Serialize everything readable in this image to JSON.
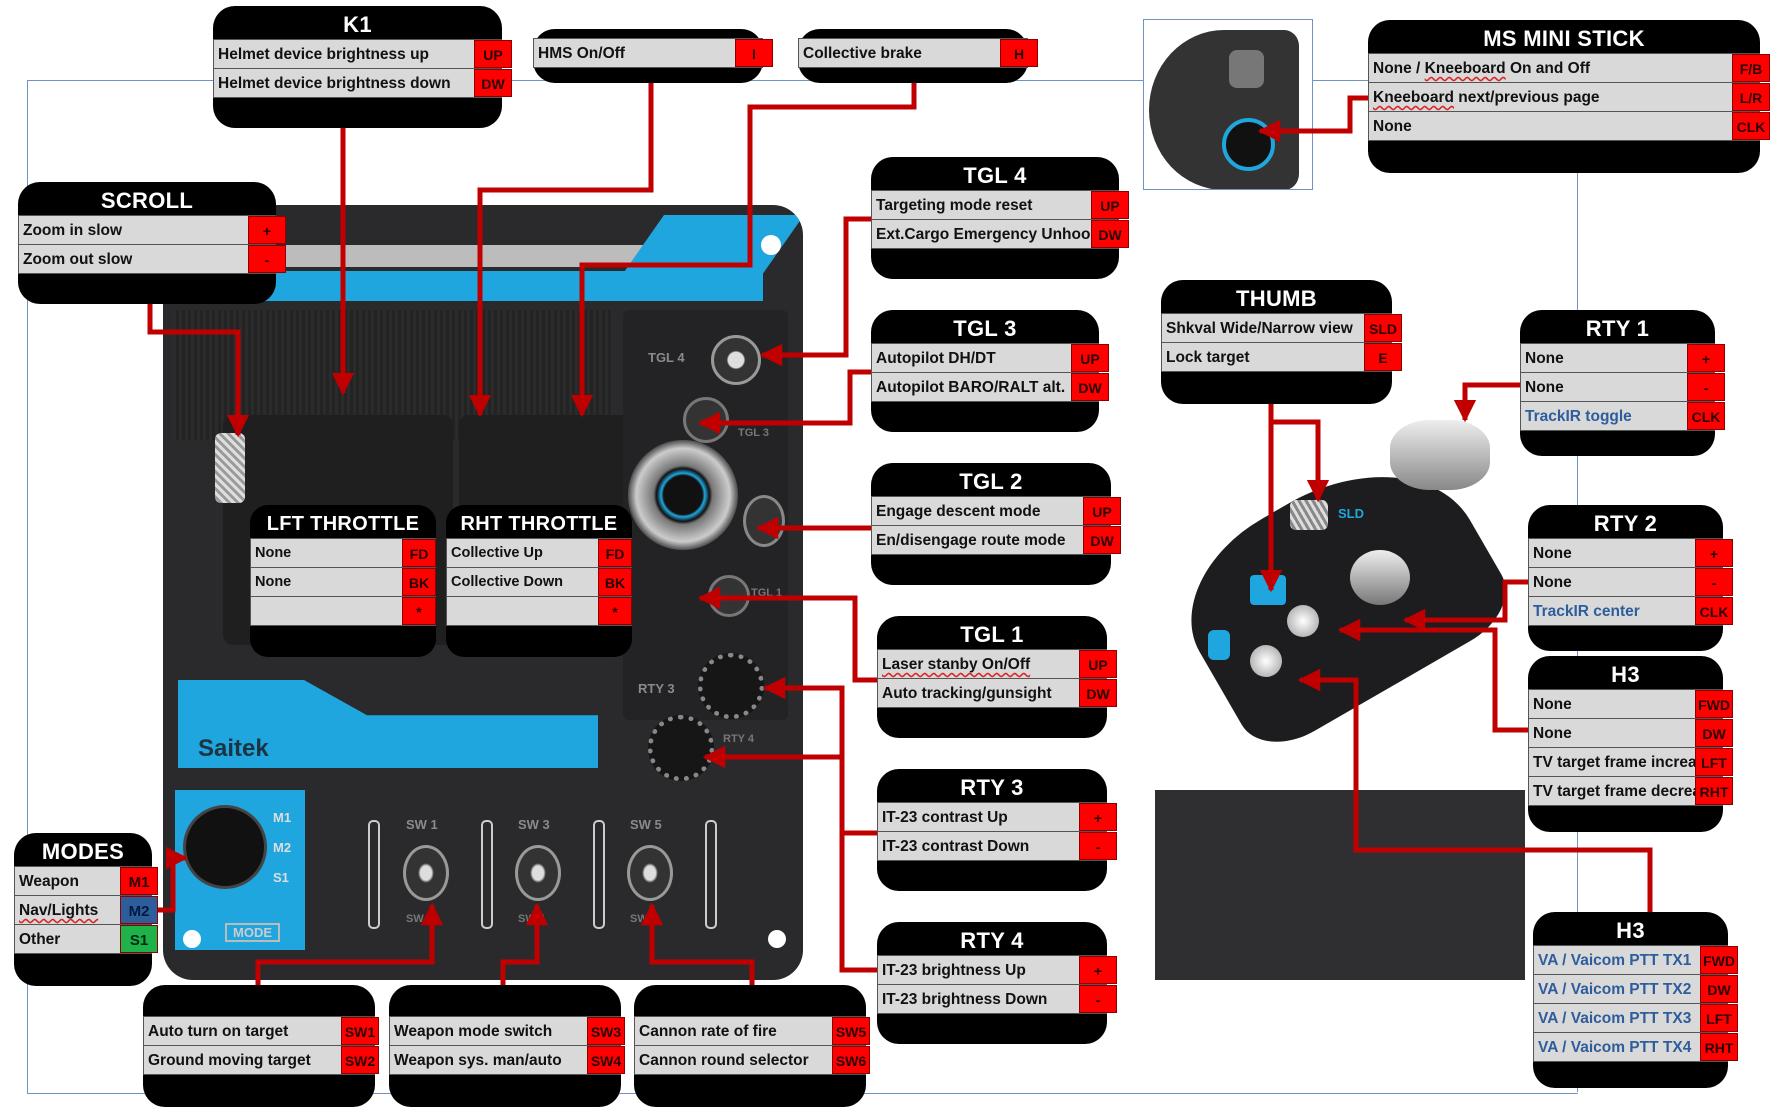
{
  "colors": {
    "key_red": "#ff0000",
    "wire": "#c00000",
    "row_bg": "#d9d9d9",
    "box_bg": "#000000",
    "m2_blue": "#2e5d9c",
    "s1_green": "#1fb14a",
    "device_blue": "#1fa6de"
  },
  "device_labels": {
    "brand": "Saitek",
    "tgl4": "TGL 4",
    "tgl3": "TGL 3",
    "tgl1": "TGL 1",
    "rty3": "RTY 3",
    "rty4": "RTY 4",
    "sw1": "SW 1",
    "sw2": "SW 2",
    "sw3": "SW 3",
    "sw4": "SW 4",
    "sw5": "SW 5",
    "sw6": "SW 6",
    "m1": "M1",
    "m2": "M2",
    "s1": "S1",
    "mode": "MODE",
    "sld": "SLD"
  },
  "boxes": {
    "k1": {
      "title": "K1",
      "rows": [
        {
          "label": "Helmet device brightness up",
          "key": "UP"
        },
        {
          "label": "Helmet device brightness down",
          "key": "DW"
        }
      ]
    },
    "hms": {
      "rows": [
        {
          "label": "HMS On/Off",
          "key": "I"
        }
      ]
    },
    "collective": {
      "rows": [
        {
          "label": "Collective brake",
          "key": "H"
        }
      ]
    },
    "ms_mini_stick": {
      "title": "MS MINI STICK",
      "rows": [
        {
          "label_pre": "None / ",
          "label_sq": "Kneeboard",
          "label_post": " On and Off",
          "key": "F/B"
        },
        {
          "label_pre": "",
          "label_sq": "Kneeboard",
          "label_post": " next/previous page",
          "key": "L/R"
        },
        {
          "label": "None",
          "key": "CLK"
        }
      ]
    },
    "scroll": {
      "title": "SCROLL",
      "rows": [
        {
          "label": "Zoom in slow",
          "key": "+"
        },
        {
          "label": "Zoom out slow",
          "key": "-"
        }
      ]
    },
    "tgl4": {
      "title": "TGL 4",
      "rows": [
        {
          "label": "Targeting mode reset",
          "key": "UP"
        },
        {
          "label": "Ext.Cargo Emergency Unhook",
          "key": "DW"
        }
      ]
    },
    "tgl3": {
      "title": "TGL 3",
      "rows": [
        {
          "label": "Autopilot DH/DT",
          "key": "UP"
        },
        {
          "label": "Autopilot BARO/RALT alt.",
          "key": "DW"
        }
      ]
    },
    "tgl2": {
      "title": "TGL 2",
      "rows": [
        {
          "label": "Engage descent mode",
          "key": "UP"
        },
        {
          "label": "En/disengage route mode",
          "key": "DW"
        }
      ]
    },
    "tgl1": {
      "title": "TGL 1",
      "rows": [
        {
          "label": "Laser stanby On/Off",
          "key": "UP"
        },
        {
          "label": "Auto tracking/gunsight",
          "key": "DW"
        }
      ]
    },
    "rty3": {
      "title": "RTY 3",
      "rows": [
        {
          "label": "IT-23 contrast Up",
          "key": "+"
        },
        {
          "label": "IT-23 contrast Down",
          "key": "-"
        }
      ]
    },
    "rty4": {
      "title": "RTY 4",
      "rows": [
        {
          "label": "IT-23 brightness Up",
          "key": "+"
        },
        {
          "label": "IT-23 brightness Down",
          "key": "-"
        }
      ]
    },
    "thumb": {
      "title": "THUMB",
      "rows": [
        {
          "label": "Shkval Wide/Narrow view",
          "key": "SLD"
        },
        {
          "label": "Lock target",
          "key": "E"
        }
      ]
    },
    "rty1": {
      "title": "RTY 1",
      "rows": [
        {
          "label": "None",
          "key": "+"
        },
        {
          "label": "None",
          "key": "-"
        },
        {
          "label": "TrackIR toggle",
          "key": "CLK"
        }
      ]
    },
    "rty2": {
      "title": "RTY 2",
      "rows": [
        {
          "label": "None",
          "key": "+"
        },
        {
          "label": "None",
          "key": "-"
        },
        {
          "label": "TrackIR center",
          "key": "CLK"
        }
      ]
    },
    "h3_a": {
      "title": "H3",
      "rows": [
        {
          "label": "None",
          "key": "FWD"
        },
        {
          "label": "None",
          "key": "DW"
        },
        {
          "label": "TV target frame increase",
          "key": "LFT"
        },
        {
          "label": "TV target frame decrease",
          "key": "RHT"
        }
      ]
    },
    "h3_b": {
      "title": "H3",
      "rows": [
        {
          "label": "VA / Vaicom PTT TX1",
          "key": "FWD"
        },
        {
          "label": "VA / Vaicom PTT TX2",
          "key": "DW"
        },
        {
          "label": "VA / Vaicom PTT TX3",
          "key": "LFT"
        },
        {
          "label": "VA / Vaicom PTT TX4",
          "key": "RHT"
        }
      ]
    },
    "lft_throttle": {
      "title": "LFT THROTTLE",
      "rows": [
        {
          "label": "None",
          "key": "FD"
        },
        {
          "label": "None",
          "key": "BK"
        },
        {
          "label": "",
          "key": "*"
        }
      ]
    },
    "rht_throttle": {
      "title": "RHT THROTTLE",
      "rows": [
        {
          "label": "Collective Up",
          "key": "FD"
        },
        {
          "label": "Collective Down",
          "key": "BK"
        },
        {
          "label": "",
          "key": "*"
        }
      ]
    },
    "modes": {
      "title": "MODES",
      "rows": [
        {
          "label": "Weapon",
          "key": "M1"
        },
        {
          "label": "Nav/Lights",
          "key": "M2"
        },
        {
          "label": "Other",
          "key": "S1"
        }
      ]
    },
    "sw12": {
      "rows": [
        {
          "label": "Auto turn on target",
          "key": "SW1"
        },
        {
          "label": "Ground moving target",
          "key": "SW2"
        }
      ]
    },
    "sw34": {
      "rows": [
        {
          "label": "Weapon mode switch",
          "key": "SW3"
        },
        {
          "label": "Weapon sys. man/auto",
          "key": "SW4"
        }
      ]
    },
    "sw56": {
      "rows": [
        {
          "label": "Cannon rate of fire",
          "key": "SW5"
        },
        {
          "label": "Cannon round selector",
          "key": "SW6"
        }
      ]
    }
  }
}
